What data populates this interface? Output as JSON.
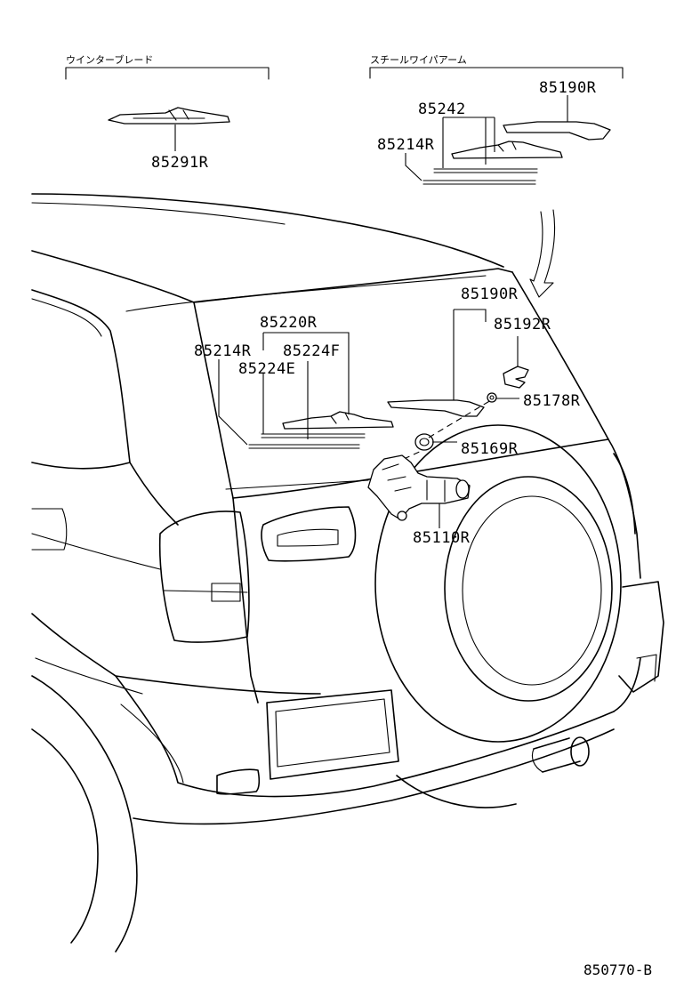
{
  "groups": {
    "winter_blade": "ウインターブレード",
    "steel_wiper_arm": "スチールワイパアーム"
  },
  "parts": {
    "p85291R": "85291R",
    "p85190R_top": "85190R",
    "p85242": "85242",
    "p85214R_top": "85214R",
    "p85190R": "85190R",
    "p85192R": "85192R",
    "p85220R": "85220R",
    "p85214R": "85214R",
    "p85224F": "85224F",
    "p85224E": "85224E",
    "p85178R": "85178R",
    "p85169R": "85169R",
    "p85110R": "85110R"
  },
  "catalog_number": "850770-B"
}
